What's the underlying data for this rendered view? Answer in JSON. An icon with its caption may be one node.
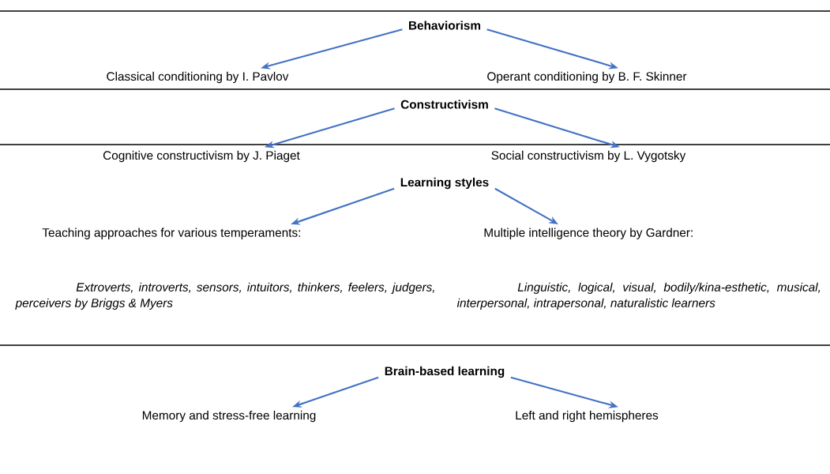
{
  "diagram": {
    "nodes": [
      {
        "text": [
          "Behaviorism"
        ]
      },
      {
        "text": [
          "Classical conditioning by I. Pavlov"
        ]
      },
      {
        "text": [
          "Operant conditioning by B. F. Skinner"
        ]
      },
      {
        "text": [
          "Constructivism"
        ]
      },
      {
        "text": [
          "Cognitive constructivism by J. Piaget"
        ]
      },
      {
        "text": [
          "Social constructivism by L. Vygotsky"
        ]
      },
      {
        "text": [
          "Learning styles"
        ]
      },
      {
        "text": [
          "Teaching approaches for various temperaments:",
          "Extroverts, introverts, sensors, intuitors, thinkers, feelers, judgers, perceivers by Briggs & Myers"
        ]
      },
      {
        "text": [
          "Multiple intelligence theory by Gardner:",
          "Linguistic, logical, visual, bodily/kina-esthetic, musical, interpersonal, intrapersonal, naturalistic learners"
        ]
      },
      {
        "text": [
          "Brain-based learning"
        ]
      },
      {
        "text": [
          "Memory and stress-free learning"
        ]
      },
      {
        "text": [
          "Left and right hemispheres"
        ]
      }
    ],
    "edges": [
      {
        "from": 0,
        "to": 1,
        "arrow": "to"
      },
      {
        "from": 0,
        "to": 2,
        "arrow": "to"
      },
      {
        "from": 3,
        "to": 4,
        "arrow": "to"
      },
      {
        "from": 3,
        "to": 5,
        "arrow": "to"
      },
      {
        "from": 6,
        "to": 7,
        "arrow": "to"
      },
      {
        "from": 6,
        "to": 8,
        "arrow": "to"
      },
      {
        "from": 9,
        "to": 10,
        "arrow": "to"
      },
      {
        "from": 9,
        "to": 11,
        "arrow": "to"
      }
    ]
  }
}
